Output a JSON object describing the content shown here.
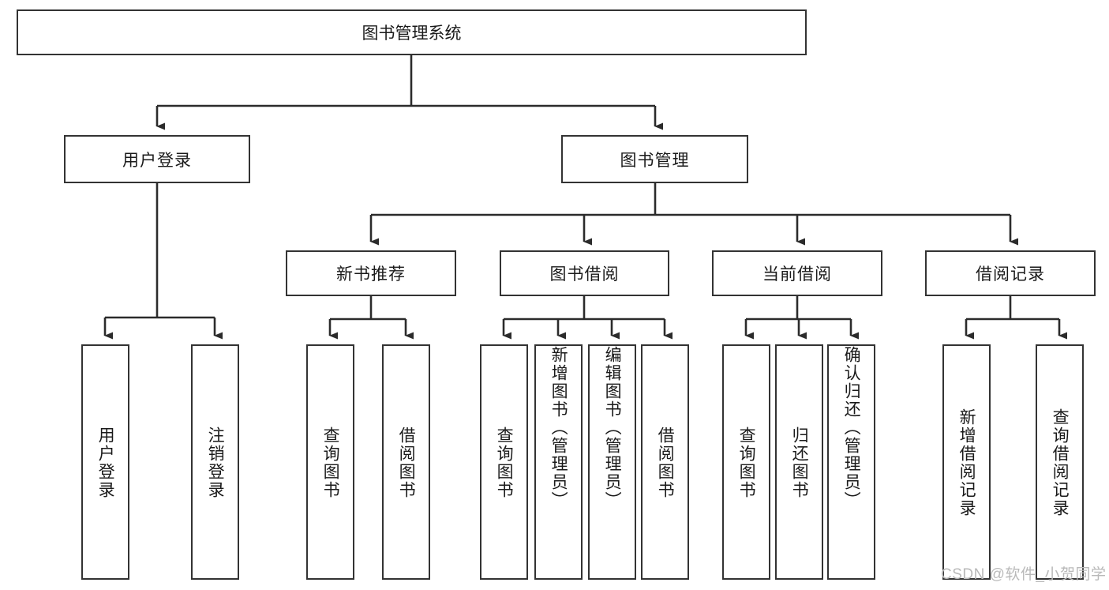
{
  "diagram": {
    "title": "图书管理系统",
    "type": "tree-hierarchy-diagram",
    "watermark": "CSDN @软件_小贺同学",
    "colors": {
      "box_border": "#333333",
      "box_fill": "#ffffff",
      "connector": "#2b2b2b",
      "text": "#1a1a1a",
      "watermark": "#b9b9b9"
    },
    "levels": {
      "level1": [
        "图书管理系统"
      ],
      "level2": [
        "用户登录",
        "图书管理"
      ],
      "level3": [
        "新书推荐",
        "图书借阅",
        "当前借阅",
        "借阅记录"
      ]
    },
    "nodes": {
      "root": "图书管理系统",
      "user_login": "用户登录",
      "book_manage": "图书管理",
      "new_book_rec": "新书推荐",
      "book_borrow": "图书借阅",
      "current_borrow": "当前借阅",
      "borrow_record": "借阅记录"
    },
    "leaves": {
      "user_login": [
        "用户登录",
        "注销登录"
      ],
      "new_book_rec": [
        "查询图书",
        "借阅图书"
      ],
      "book_borrow": [
        "查询图书",
        "新增图书（管理员）",
        "编辑图书（管理员）",
        "借阅图书"
      ],
      "current_borrow": [
        "查询图书",
        "归还图书",
        "确认归还（管理员）"
      ],
      "borrow_record": [
        "新增借阅记录",
        "查询借阅记录"
      ]
    }
  }
}
